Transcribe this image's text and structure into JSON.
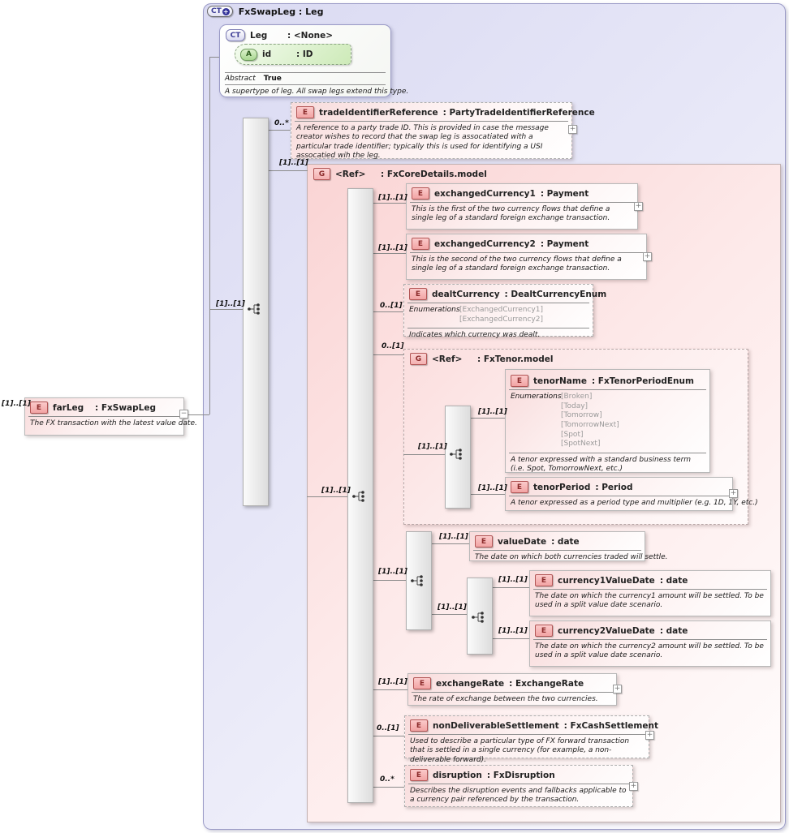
{
  "badges": {
    "complex_type": "CT",
    "element": "E",
    "group": "G",
    "attribute": "A",
    "expand": "+",
    "collapse": "−",
    "plus": "+"
  },
  "root": {
    "title": "FxSwapLeg : Leg"
  },
  "leg": {
    "name": "Leg",
    "type": ": <None>",
    "attribute": {
      "name": "id",
      "type": ": ID"
    },
    "abstract_label": "Abstract",
    "abstract_value": "True",
    "description": "A supertype of leg. All swap legs extend this type."
  },
  "far_leg": {
    "cardinality": "[1]..[1]",
    "name": "farLeg",
    "type": ": FxSwapLeg",
    "description": "The FX transaction with the latest value date."
  },
  "leg_sequence": {
    "cardinality": "[1]..[1]"
  },
  "core_group": {
    "cardinality": "[1]..[1]",
    "name": "<Ref>",
    "type": ": FxCoreDetails.model",
    "inner_cardinality": "[1]..[1]"
  },
  "tenor_group": {
    "cardinality": "0..[1]",
    "name": "<Ref>",
    "type": ": FxTenor.model",
    "inner_cardinality": "[1]..[1]"
  },
  "value_date_choice": {
    "cardinality": "[1]..[1]"
  },
  "split_date_sequence": {
    "cardinality": "[1]..[1]"
  },
  "elements": {
    "trade_identifier_reference": {
      "cardinality": "0..*",
      "name": "tradeIdentifierReference",
      "type": ": PartyTradeIdentifierReference",
      "description": "A reference to a party trade ID. This is provided in case the message creator wishes to record that the swap leg is assocatiated with a particular trade identifier; typically this is used for identifying a USI assocatied wih the leg."
    },
    "exchanged_currency1": {
      "cardinality": "[1]..[1]",
      "name": "exchangedCurrency1",
      "type": ": Payment",
      "description": "This is the first of the two currency flows that define a single leg of a standard foreign exchange transaction."
    },
    "exchanged_currency2": {
      "cardinality": "[1]..[1]",
      "name": "exchangedCurrency2",
      "type": ": Payment",
      "description": "This is the second of the two currency flows that define a single leg of a standard foreign exchange transaction."
    },
    "dealt_currency": {
      "cardinality": "0..[1]",
      "name": "dealtCurrency",
      "type": ": DealtCurrencyEnum",
      "enumerations_label": "Enumerations",
      "enumerations": [
        "[ExchangedCurrency1]",
        "[ExchangedCurrency2]"
      ],
      "description": "Indicates which currency was dealt."
    },
    "tenor_name": {
      "cardinality": "[1]..[1]",
      "name": "tenorName",
      "type": ": FxTenorPeriodEnum",
      "enumerations_label": "Enumerations",
      "enumerations": [
        "[Broken]",
        "[Today]",
        "[Tomorrow]",
        "[TomorrowNext]",
        "[Spot]",
        "[SpotNext]"
      ],
      "description": "A tenor expressed with a standard business term (i.e. Spot, TomorrowNext, etc.)"
    },
    "tenor_period": {
      "cardinality": "[1]..[1]",
      "name": "tenorPeriod",
      "type": ": Period",
      "description": "A tenor expressed as a period type and multiplier (e.g. 1D, 1Y, etc.)"
    },
    "value_date": {
      "cardinality": "[1]..[1]",
      "name": "valueDate",
      "type": ": date",
      "description": "The date on which both currencies traded will settle."
    },
    "currency1_value_date": {
      "cardinality": "[1]..[1]",
      "name": "currency1ValueDate",
      "type": ": date",
      "description": "The date on which the currency1 amount will be settled. To be used in a split value date scenario."
    },
    "currency2_value_date": {
      "cardinality": "[1]..[1]",
      "name": "currency2ValueDate",
      "type": ": date",
      "description": "The date on which the currency2 amount will be settled. To be used in a split value date scenario."
    },
    "exchange_rate": {
      "cardinality": "[1]..[1]",
      "name": "exchangeRate",
      "type": ": ExchangeRate",
      "description": "The rate of exchange between the two currencies."
    },
    "non_deliverable_settlement": {
      "cardinality": "0..[1]",
      "name": "nonDeliverableSettlement",
      "type": ": FxCashSettlement",
      "description": "Used to describe a particular type of FX forward transaction that is settled in a single currency (for example, a non-deliverable forward)."
    },
    "disruption": {
      "cardinality": "0..*",
      "name": "disruption",
      "type": ": FxDisruption",
      "description": "Describes the disruption events and fallbacks applicable to a currency pair referenced by the transaction."
    }
  },
  "colors": {
    "container_fill": "#dadaf2",
    "container_border": "#9a9ac6",
    "group_fill": "#fad4d4",
    "element_badge_fill": "#f2a4a4",
    "attribute_fill": "#cdeab8",
    "connector": "#8a8a8a"
  }
}
